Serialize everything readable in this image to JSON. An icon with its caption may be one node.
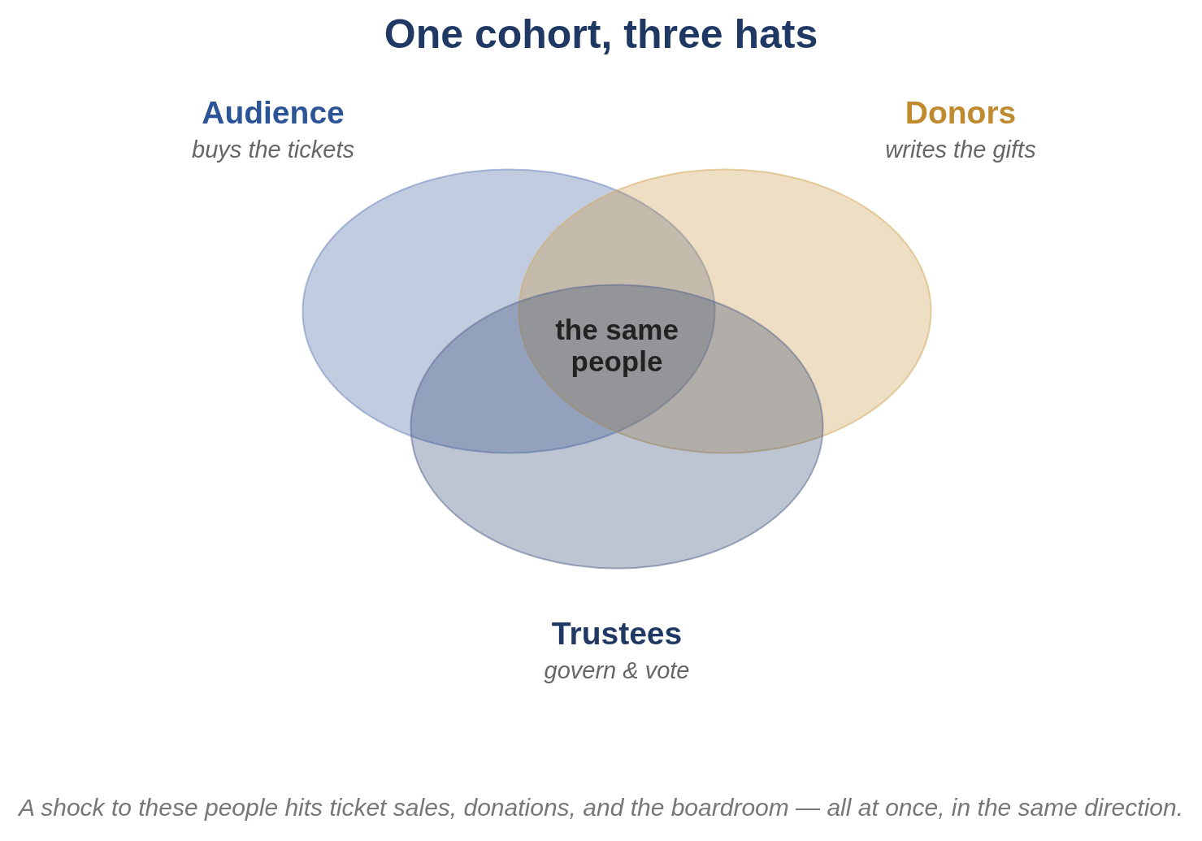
{
  "diagram": {
    "title": "One cohort, three hats",
    "caption": "A shock to these people hits ticket sales, donations, and the boardroom — all at once, in the same direction.",
    "nodes": [
      {
        "text": [
          "Audience",
          "buys the tickets"
        ]
      },
      {
        "text": [
          "Donors",
          "writes the gifts"
        ]
      },
      {
        "text": [
          "Trustees",
          "govern & vote"
        ]
      }
    ],
    "labels": [
      "the same people"
    ]
  }
}
